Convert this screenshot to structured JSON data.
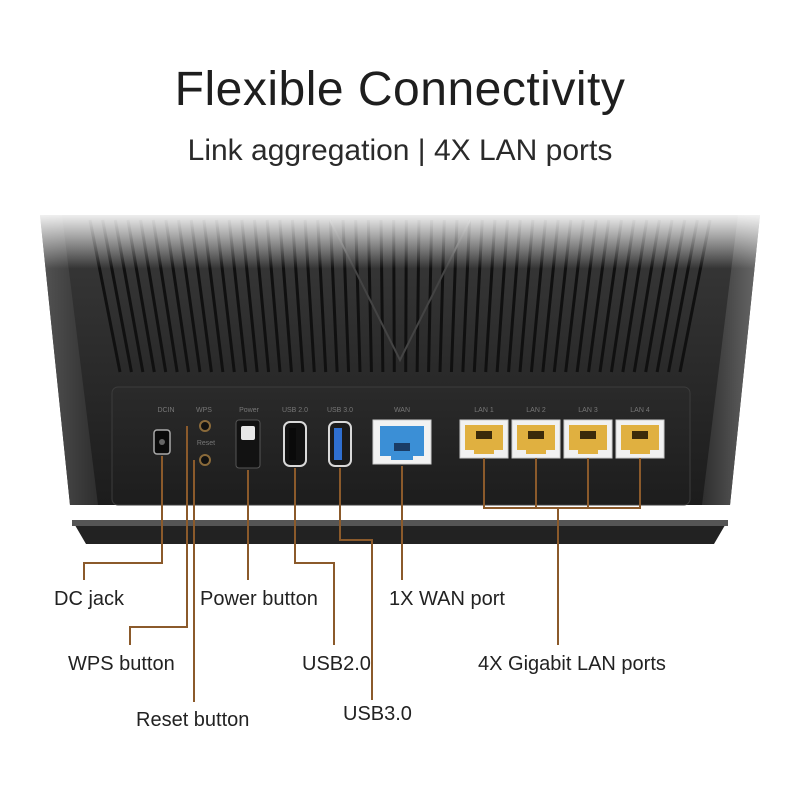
{
  "header": {
    "title": "Flexible Connectivity",
    "subtitle": "Link aggregation | 4X LAN ports"
  },
  "panel": {
    "port_marks": [
      "DCIN",
      "WPS",
      "Reset",
      "Power",
      "USB 2.0",
      "USB 3.0",
      "WAN",
      "LAN 1",
      "LAN 2",
      "LAN 3",
      "LAN 4"
    ]
  },
  "callouts": {
    "dc_jack": "DC jack",
    "wps_button": "WPS button",
    "reset_button": "Reset button",
    "power_button": "Power button",
    "usb2": "USB2.0",
    "usb3": "USB3.0",
    "wan_port": "1X WAN port",
    "lan_ports": "4X Gigabit LAN ports"
  },
  "colors": {
    "leader_line": "#8b5a2b",
    "lan_port": "#e0b040",
    "wan_port": "#3b8fd6",
    "usb3_port": "#2f6fd0",
    "router_body": "#2b2b2b"
  }
}
